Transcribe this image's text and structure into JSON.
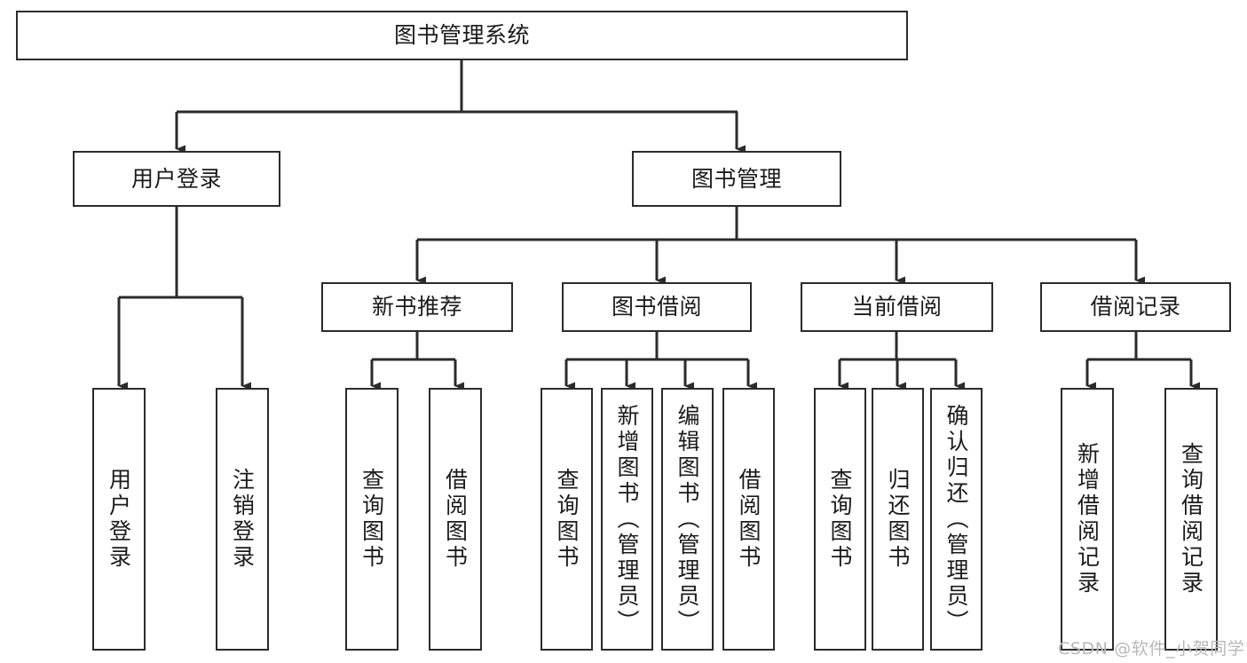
{
  "diagram": {
    "title": "图书管理系统",
    "type": "tree-hierarchy-chart",
    "stroke_color": "#2b2b2b",
    "fill_color": "#ffffff",
    "text_color": "#1b1b1b"
  },
  "nodes": {
    "root": {
      "label": "图书管理系统"
    },
    "level2": [
      {
        "label": "用户登录"
      },
      {
        "label": "图书管理"
      }
    ],
    "level3": [
      {
        "label": "新书推荐"
      },
      {
        "label": "图书借阅"
      },
      {
        "label": "当前借阅"
      },
      {
        "label": "借阅记录"
      }
    ],
    "leaves": {
      "user_login": [
        {
          "label": "用户登录"
        },
        {
          "label": "注销登录"
        }
      ],
      "new_book": [
        {
          "label": "查询图书"
        },
        {
          "label": "借阅图书"
        }
      ],
      "book_borrow": [
        {
          "label": "查询图书"
        },
        {
          "label": "新增图书（管理员）"
        },
        {
          "label": "编辑图书（管理员）"
        },
        {
          "label": "借阅图书"
        }
      ],
      "current_borrow": [
        {
          "label": "查询图书"
        },
        {
          "label": "归还图书"
        },
        {
          "label": "确认归还（管理员）"
        }
      ],
      "borrow_record": [
        {
          "label": "新增借阅记录"
        },
        {
          "label": "查询借阅记录"
        }
      ]
    }
  },
  "watermark": {
    "text": "CSDN @软件_小贺同学"
  }
}
